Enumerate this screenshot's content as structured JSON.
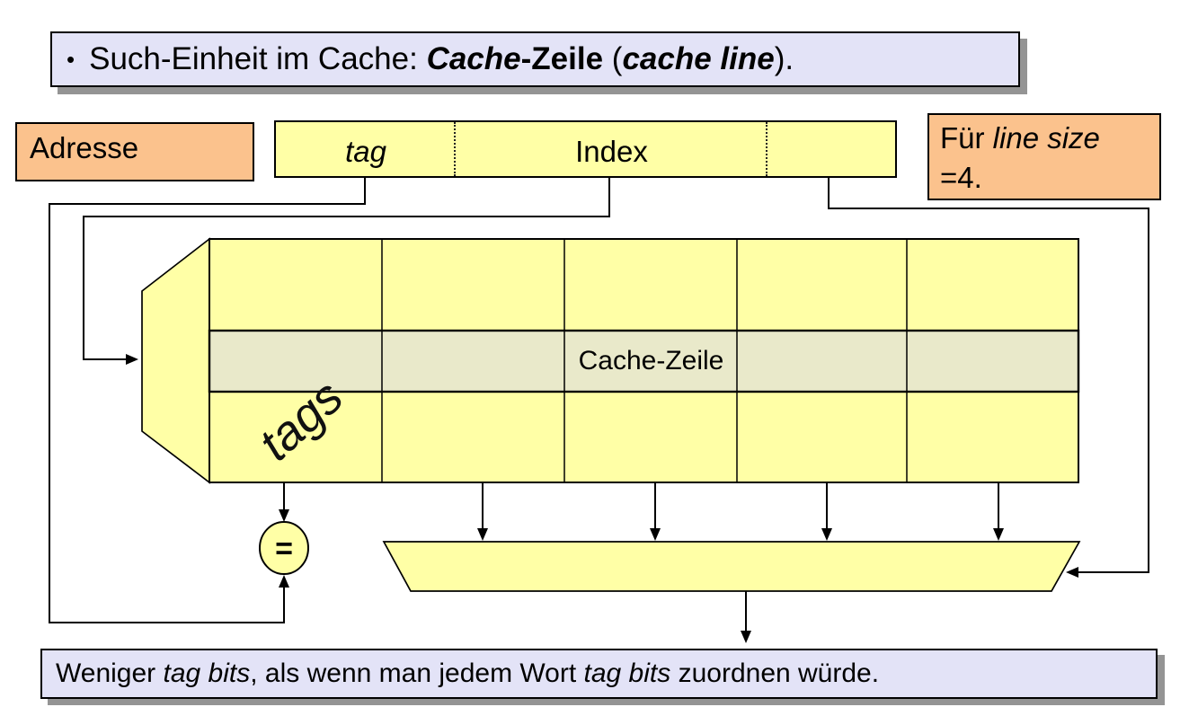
{
  "slide": {
    "title": {
      "bullet": "•",
      "text_prefix": "Such-Einheit im Cache: ",
      "emph_cache": "Cache",
      "emph_zeile": "-Zeile",
      "mid": " (",
      "emph_cache_line": "cache line",
      "suffix": ")."
    },
    "address": {
      "label": "Adresse",
      "fields": {
        "tag": "tag",
        "index": "Index"
      }
    },
    "note": {
      "line1_prefix": "Für ",
      "line1_italic": "line size",
      "line2": "=4."
    },
    "cache": {
      "tags_label": "tags",
      "line_label": "Cache-Zeile",
      "comparator": "="
    },
    "footer": {
      "part1": "Weniger ",
      "italic1": "tag bits",
      "part2": ", als wenn man jedem Wort ",
      "italic2": "tag bits",
      "part3": " zuordnen würde."
    },
    "colors": {
      "panel_fill": "#e3e3f7",
      "yellow": "#ffffa6",
      "orange": "#fbc28d",
      "highlight_row": "#e9e9ca",
      "shadow": "#949494",
      "line": "#000000"
    }
  }
}
